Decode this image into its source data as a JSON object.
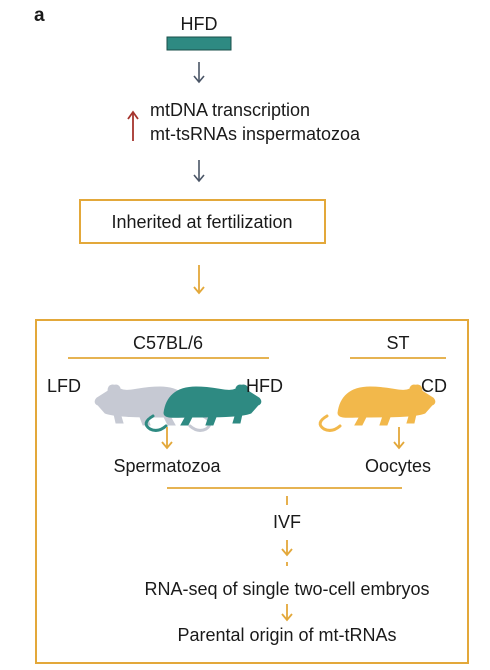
{
  "panel_label": "a",
  "top": {
    "diet_label": "HFD",
    "line1": "mtDNA transcription",
    "line2": "mt-tsRNAs inspermatozoa",
    "box_label": "Inherited at fertilization"
  },
  "experiment": {
    "strain_left": "C57BL/6",
    "strain_right": "ST",
    "mouse_lfd_label": "LFD",
    "mouse_hfd_label": "HFD",
    "mouse_cd_label": "CD",
    "spermatozoa_label": "Spermatozoa",
    "oocytes_label": "Oocytes",
    "ivf_label": "IVF",
    "rnaseq_label": "RNA-seq of single two-cell embryos",
    "origin_label": "Parental origin of mt-tRNAs"
  },
  "colors": {
    "teal": "#2e8a82",
    "orange": "#e3a83a",
    "mouse_grey": "#c6c9d3",
    "mouse_orange": "#f2b84b",
    "arrow_dark": "#4a5566",
    "arrow_up": "#a5342d"
  },
  "icons": [
    "arrow-down-icon",
    "arrow-up-icon",
    "mouse-icon"
  ]
}
